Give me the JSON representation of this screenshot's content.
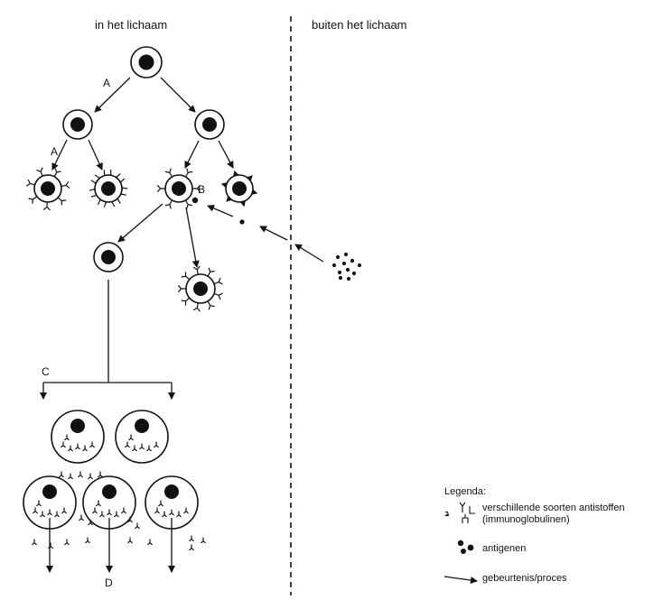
{
  "headers": {
    "left": "in het lichaam",
    "right": "buiten het lichaam"
  },
  "labels": {
    "a_top": "A",
    "a_left": "A",
    "b": "B",
    "c": "C",
    "d": "D"
  },
  "legend": {
    "title": "Legenda:",
    "antibodies_line1": "verschillende soorten antistoffen",
    "antibodies_line2": "(immunoglobulinen)",
    "antigens": "antigenen",
    "process": "gebeurtenis/proces"
  },
  "icons": [
    "cell-icon",
    "antibody-icon",
    "antigen-icon",
    "arrow-icon"
  ],
  "colors": {
    "ink": "#111111",
    "background": "#ffffff"
  }
}
